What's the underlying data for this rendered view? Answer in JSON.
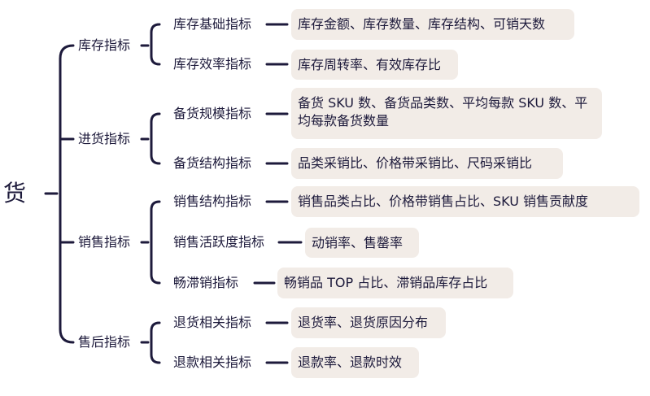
{
  "root": "货",
  "categories": [
    {
      "label": "库存指标",
      "subs": [
        {
          "label": "库存基础指标",
          "detail": "库存金额、库存数量、库存结构、可销天数"
        },
        {
          "label": "库存效率指标",
          "detail": "库存周转率、有效库存比"
        }
      ]
    },
    {
      "label": "进货指标",
      "subs": [
        {
          "label": "备货规模指标",
          "detail": "备货 SKU 数、备货品类数、平均每款 SKU 数、平均每款备货数量"
        },
        {
          "label": "备货结构指标",
          "detail": "品类采销比、价格带采销比、尺码采销比"
        }
      ]
    },
    {
      "label": "销售指标",
      "subs": [
        {
          "label": "销售结构指标",
          "detail": "销售品类占比、价格带销售占比、SKU 销售贡献度"
        },
        {
          "label": "销售活跃度指标",
          "detail": "动销率、售罄率"
        },
        {
          "label": "畅滞销指标",
          "detail": "畅销品 TOP 占比、滞销品库存占比"
        }
      ]
    },
    {
      "label": "售后指标",
      "subs": [
        {
          "label": "退货相关指标",
          "detail": "退货率、退货原因分布"
        },
        {
          "label": "退款相关指标",
          "detail": "退款率、退款时效"
        }
      ]
    }
  ],
  "colors": {
    "line": "#1d1a3b",
    "box": "#f2ece7",
    "text": "#1d1a3b"
  }
}
